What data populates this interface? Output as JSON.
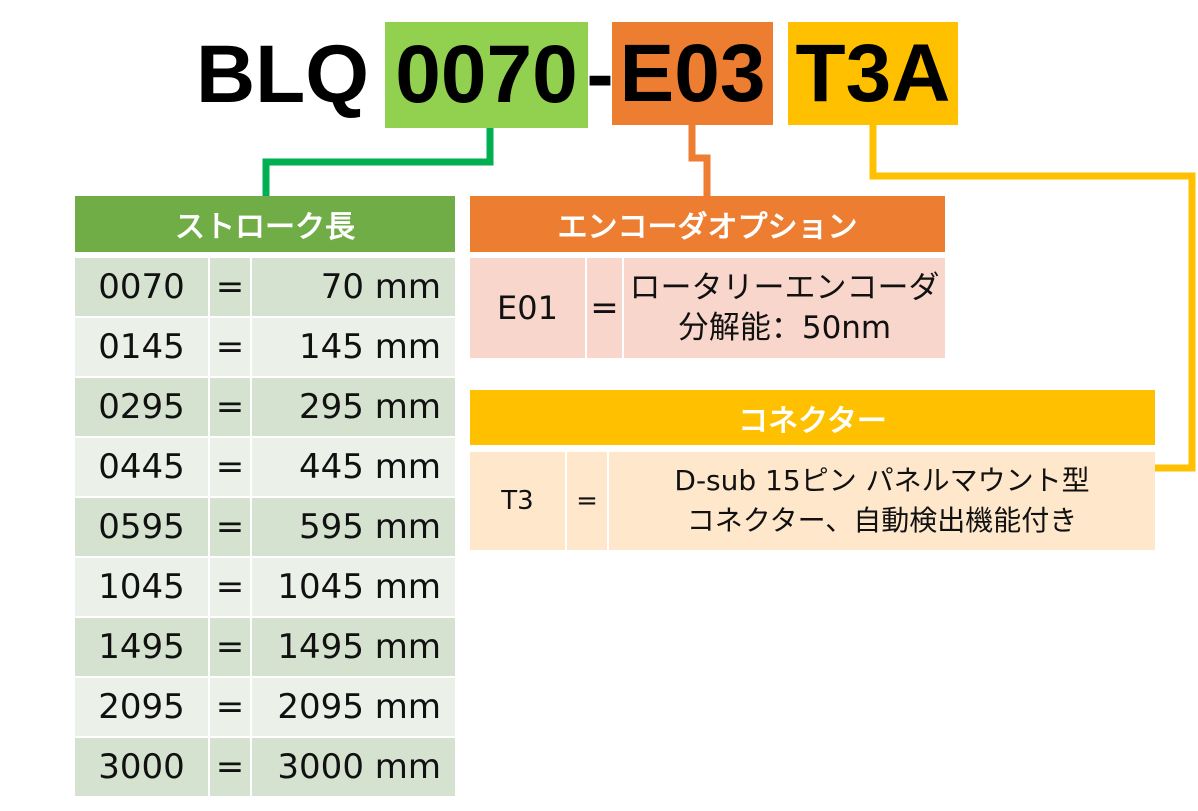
{
  "model_code": {
    "prefix": "BLQ",
    "stroke": "0070",
    "dash": "-",
    "encoder": "E03",
    "connector": "T3A"
  },
  "colors": {
    "green": "#92D050",
    "green_header": "#70AD47",
    "orange": "#ED7D31",
    "yellow": "#FFC000",
    "row_dark": "#D5E2CF",
    "row_light": "#EBF1E8",
    "encoder_row": "#F8D6CB",
    "connector_row": "#FFE7CC",
    "line_green": "#00B050"
  },
  "stroke_table": {
    "header": "ストローク長",
    "rows": [
      {
        "code": "0070",
        "eq": "=",
        "value": "70 mm"
      },
      {
        "code": "0145",
        "eq": "=",
        "value": "145 mm"
      },
      {
        "code": "0295",
        "eq": "=",
        "value": "295 mm"
      },
      {
        "code": "0445",
        "eq": "=",
        "value": "445 mm"
      },
      {
        "code": "0595",
        "eq": "=",
        "value": "595 mm"
      },
      {
        "code": "1045",
        "eq": "=",
        "value": "1045 mm"
      },
      {
        "code": "1495",
        "eq": "=",
        "value": "1495 mm"
      },
      {
        "code": "2095",
        "eq": "=",
        "value": "2095 mm"
      },
      {
        "code": "3000",
        "eq": "=",
        "value": "3000 mm"
      }
    ]
  },
  "encoder_table": {
    "header": "エンコーダオプション",
    "code": "E01",
    "eq": "=",
    "line1": "ロータリーエンコーダ",
    "line2": "分解能：50nm"
  },
  "connector_table": {
    "header": "コネクター",
    "code": "T3",
    "eq": "=",
    "line1": "D-sub 15ピン パネルマウント型",
    "line2": "コネクター、自動検出機能付き"
  }
}
